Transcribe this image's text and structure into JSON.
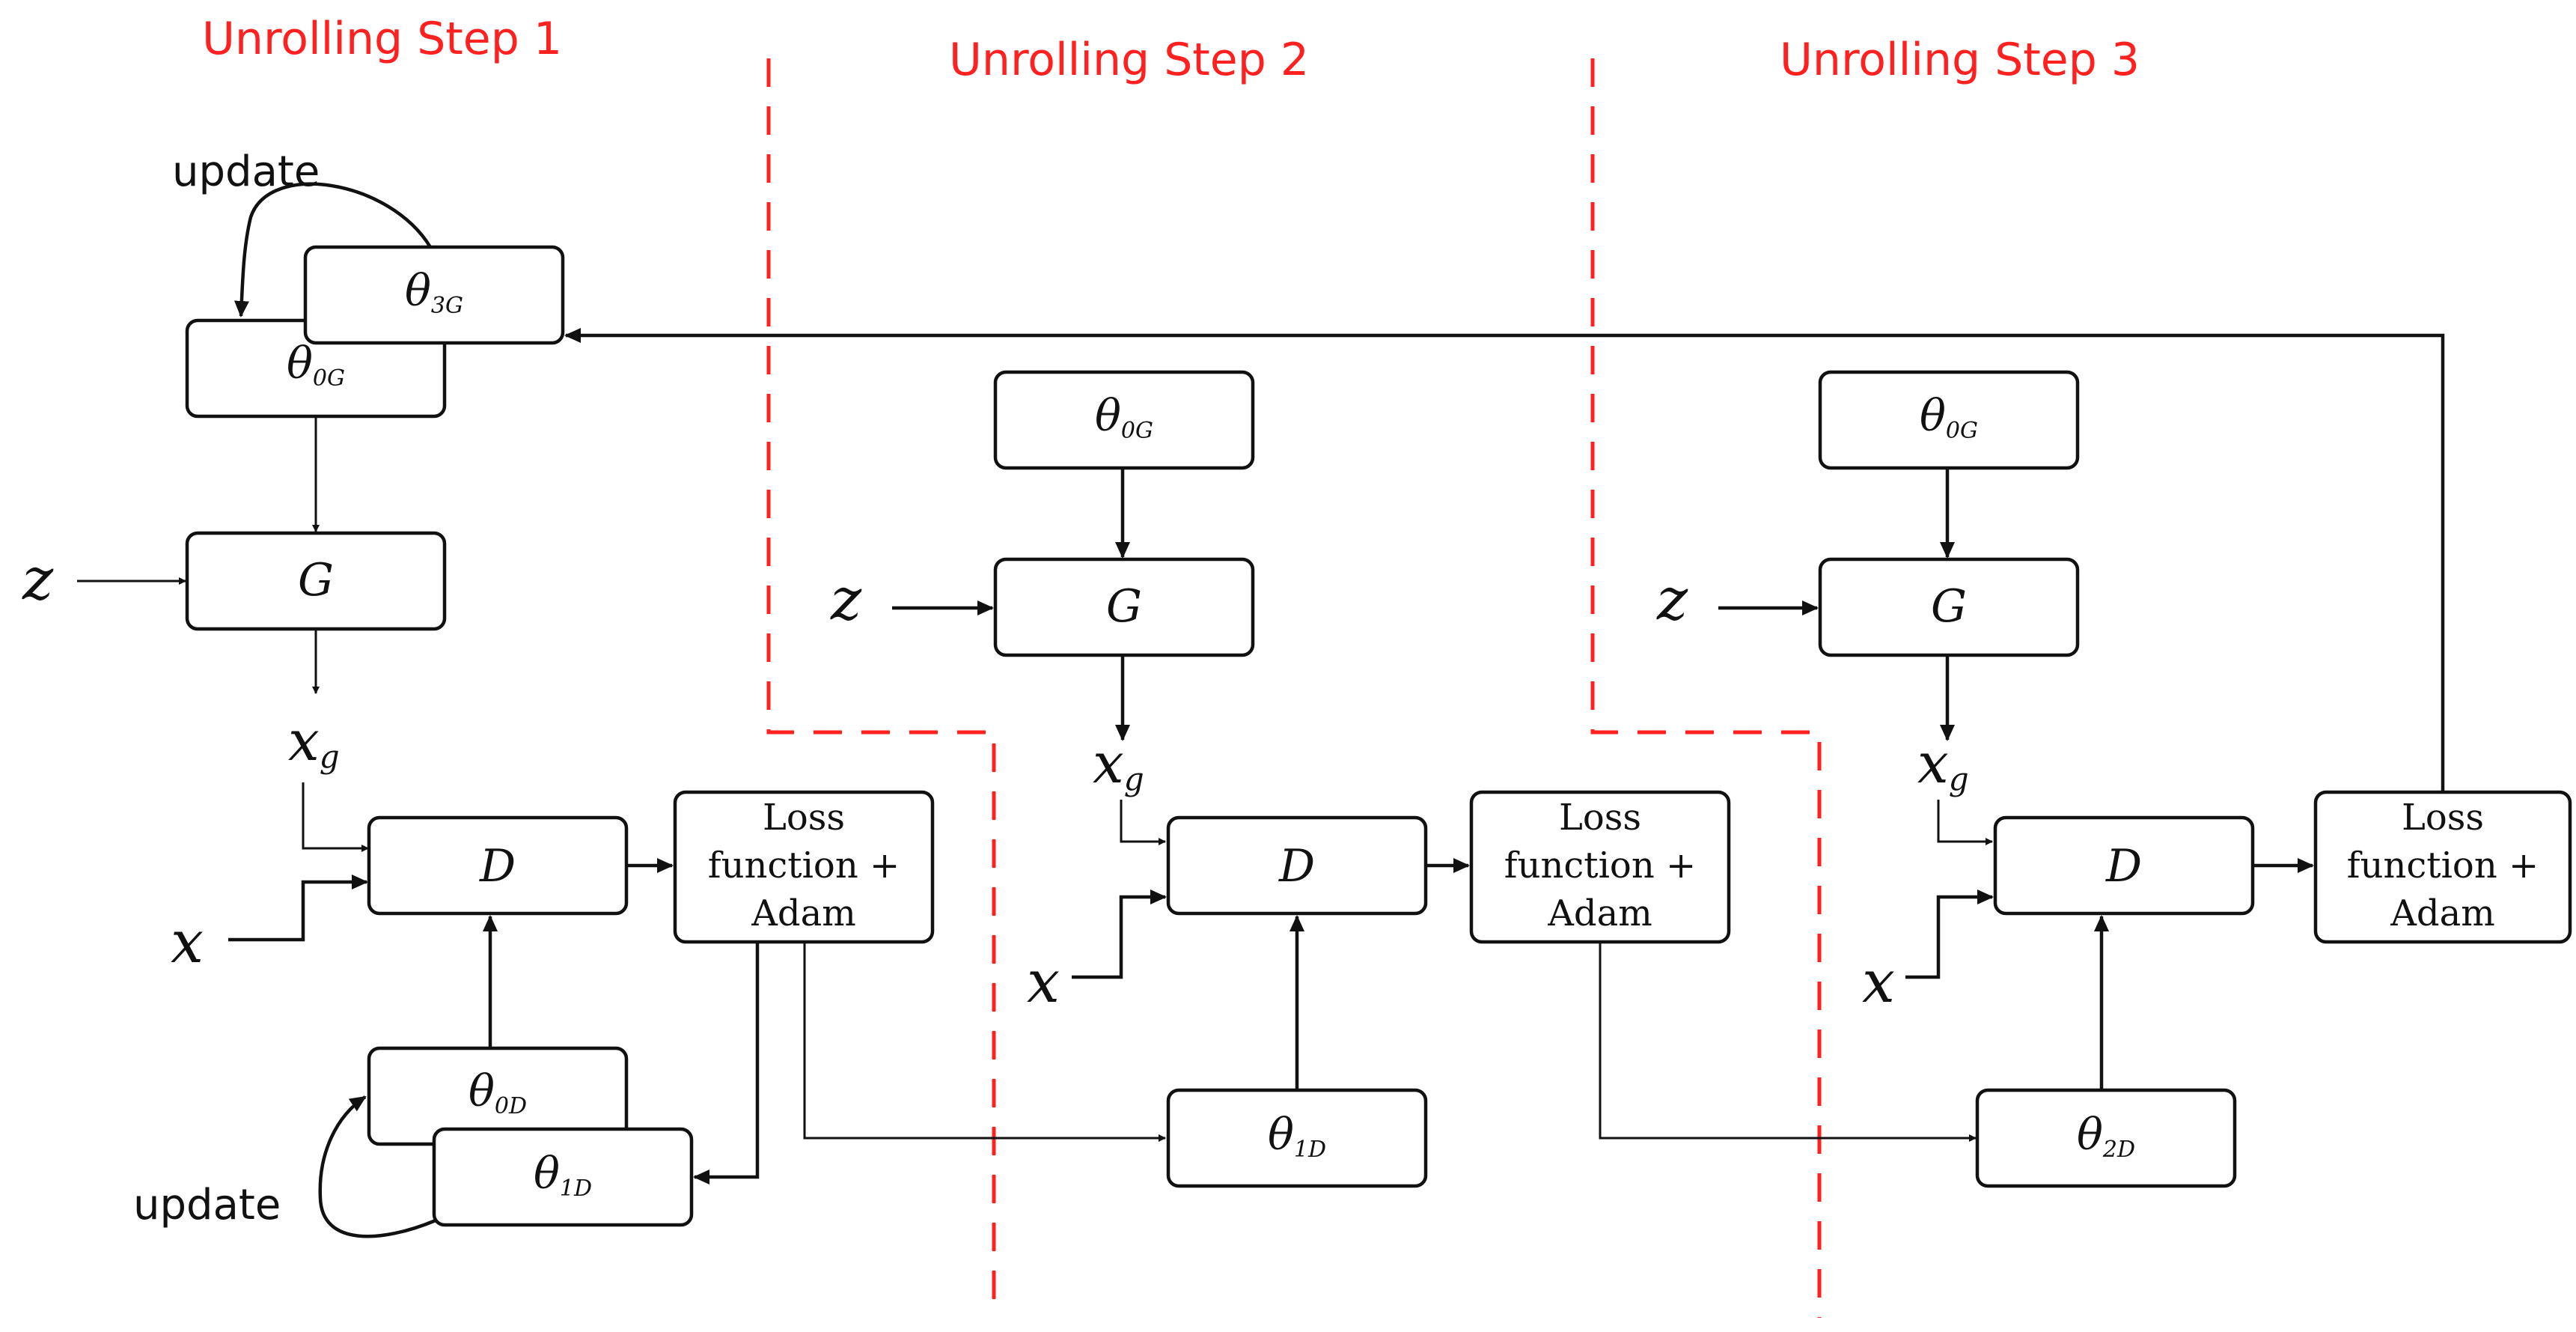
{
  "colors": {
    "accent": "#ff2020",
    "ink": "#111111"
  },
  "steps": [
    {
      "title": "Unrolling Step 1"
    },
    {
      "title": "Unrolling Step 2"
    },
    {
      "title": "Unrolling Step 3"
    }
  ],
  "labels": {
    "update": "update"
  },
  "symbols": {
    "theta": "θ",
    "z": "z",
    "x": "x",
    "xg_base": "x",
    "xg_sub": "g",
    "G": "G",
    "D": "D"
  },
  "params": {
    "s1_theta0G": "0G",
    "s1_theta3G": "3G",
    "s1_theta0D": "0D",
    "s1_theta1D": "1D",
    "s2_theta0G": "0G",
    "s2_theta1D": "1D",
    "s3_theta0G": "0G",
    "s3_theta2D": "2D"
  },
  "loss_box": {
    "line1": "Loss",
    "line2": "function +",
    "line3": "Adam"
  }
}
